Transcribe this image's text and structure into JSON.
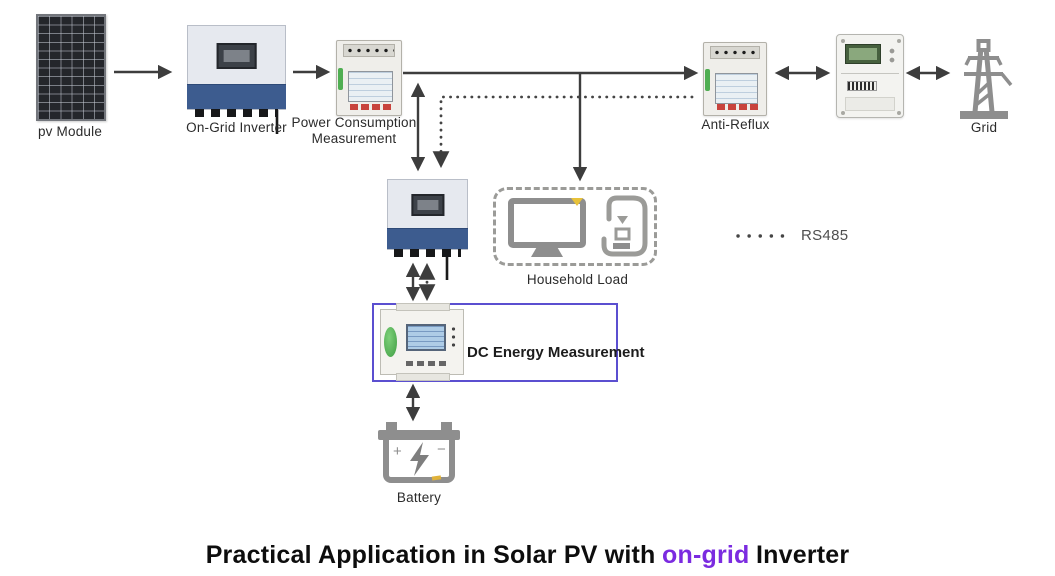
{
  "title": {
    "text_before": "Practical Application in Solar PV with",
    "highlight": "on-grid",
    "text_after": "Inverter"
  },
  "labels": {
    "pv_module": "pv Module",
    "on_grid_inverter": "On-Grid Inverter",
    "power_consumption_line1": "Power Consumption",
    "power_consumption_line2": "Measurement",
    "anti_reflux": "Anti-Reflux",
    "grid": "Grid",
    "household_load": "Household Load",
    "rs485": "RS485",
    "dc_energy_measurement": "DC Energy Measurement",
    "battery": "Battery"
  },
  "battery_icon": {
    "plus": "+",
    "minus": "−"
  },
  "icons": {
    "pv_module": "solar-panel-icon",
    "on_grid_inverter": "inverter-icon",
    "hybrid_inverter": "inverter-icon",
    "power_consumption": "din-rail-meter-icon",
    "anti_reflux": "din-rail-meter-icon",
    "utility_meter": "three-phase-energy-meter-icon",
    "grid": "transmission-tower-icon",
    "household_load": [
      "computer-monitor-icon",
      "coffee-machine-icon"
    ],
    "dc_energy_measurement": "din-rail-dc-meter-icon",
    "battery": "battery-icon",
    "rs485_legend": "dotted-line"
  },
  "colors": {
    "accent_purple": "#7b2be0",
    "dc_box_border": "#5b4fd0",
    "arrow": "#3d3d3d",
    "inverter_band_blue": "#3d5c8f",
    "meter_green": "#4fae52",
    "dc_lcd_blue": "#aecce6",
    "tpm_lcd_green": "#46603e",
    "icon_gray": "#8e8e8e",
    "background": "#ffffff"
  }
}
